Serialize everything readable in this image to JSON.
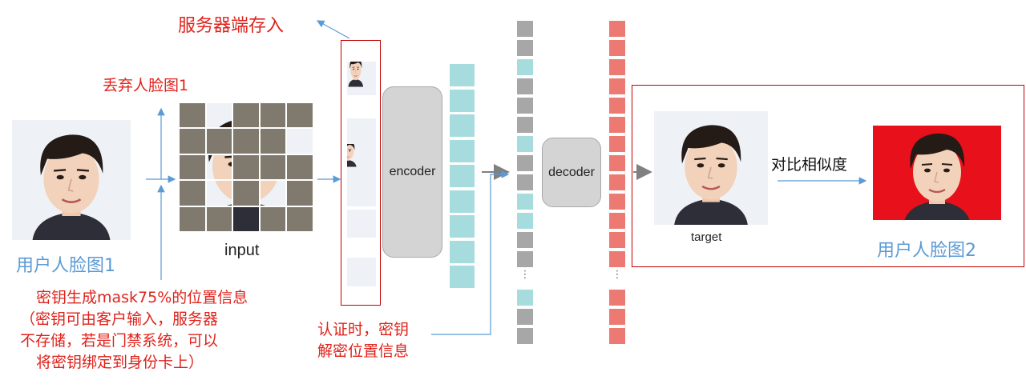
{
  "labels": {
    "user_face_1": "用户人脸图1",
    "user_face_2": "用户人脸图2",
    "discard_face_1": "丢弃人脸图1",
    "server_store": "服务器端存入",
    "input": "input",
    "encoder": "encoder",
    "decoder": "decoder",
    "target": "target",
    "compare_similarity": "对比相似度",
    "auth_line1": "认证时，密钥",
    "auth_line2": "解密位置信息",
    "key_line1": "密钥生成mask75%的位置信息",
    "key_line2": "（密钥可由客户输入，服务器",
    "key_line3": "不存储，若是门禁系统，可以",
    "key_line4": "将密钥绑定到身份卡上）",
    "ellipsis": "⋮"
  },
  "colors": {
    "annotation_red": "#e0221b",
    "face_label_blue": "#5b9bd5",
    "mask_patch": "#7f7a6d",
    "teal_token": "#a7dcdf",
    "gray_token": "#a7a7a7",
    "red_token": "#ec7a73",
    "arrow_blue": "#5b9bd5",
    "arrow_gray": "#808080",
    "highlight_frame": "#c00000"
  },
  "icons": {
    "face": "face-photo-icon",
    "arrow": "arrow-icon"
  }
}
